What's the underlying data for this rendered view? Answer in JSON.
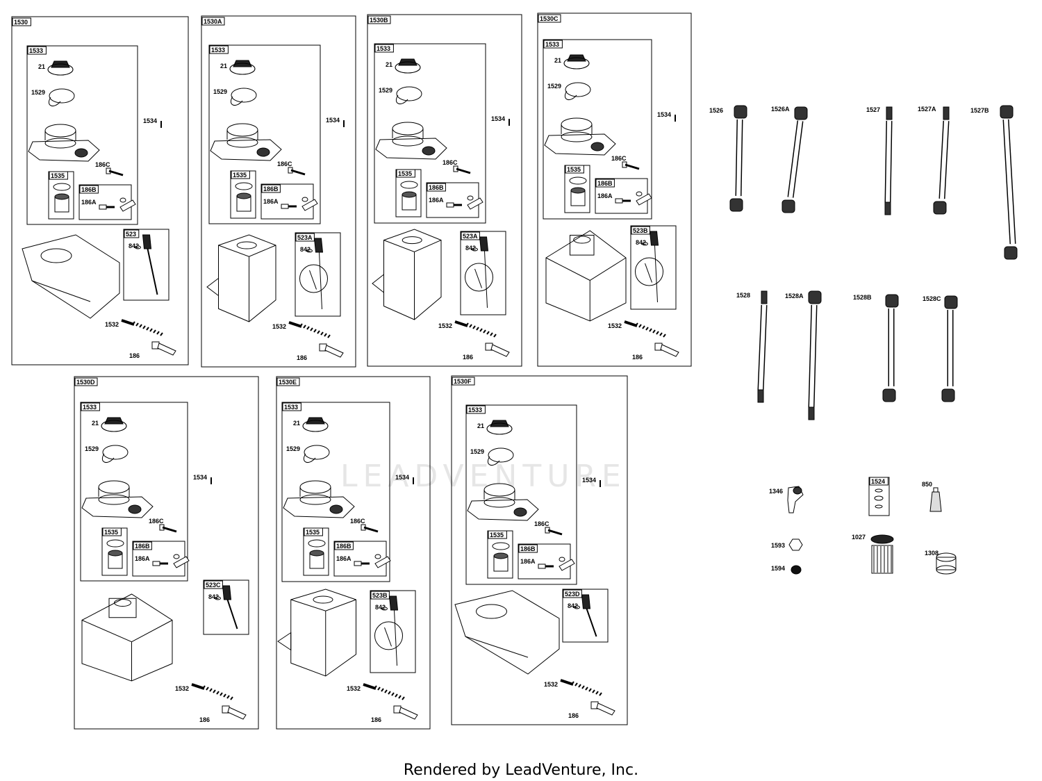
{
  "watermark": "LEADVENTURE",
  "footer": "Rendered by LeadVenture, Inc.",
  "assemblies": [
    {
      "id": "1530",
      "kit": "1533",
      "cap": "21",
      "gasket": "1529",
      "screw": "1534",
      "bolt": "186C",
      "strainer": "1535",
      "fittingKit": "186B",
      "fitting": "186A",
      "gauge": "523",
      "gaugeSeal": "842",
      "hose": "1532",
      "outlet": "186"
    },
    {
      "id": "1530A",
      "kit": "1533",
      "cap": "21",
      "gasket": "1529",
      "screw": "1534",
      "bolt": "186C",
      "strainer": "1535",
      "fittingKit": "186B",
      "fitting": "186A",
      "gauge": "523A",
      "gaugeSeal": "842",
      "hose": "1532",
      "outlet": "186"
    },
    {
      "id": "1530B",
      "kit": "1533",
      "cap": "21",
      "gasket": "1529",
      "screw": "1534",
      "bolt": "186C",
      "strainer": "1535",
      "fittingKit": "186B",
      "fitting": "186A",
      "gauge": "523A",
      "gaugeSeal": "842",
      "hose": "1532",
      "outlet": "186"
    },
    {
      "id": "1530C",
      "kit": "1533",
      "cap": "21",
      "gasket": "1529",
      "screw": "1534",
      "bolt": "186C",
      "strainer": "1535",
      "fittingKit": "186B",
      "fitting": "186A",
      "gauge": "523B",
      "gaugeSeal": "842",
      "hose": "1532",
      "outlet": "186"
    },
    {
      "id": "1530D",
      "kit": "1533",
      "cap": "21",
      "gasket": "1529",
      "screw": "1534",
      "bolt": "186C",
      "strainer": "1535",
      "fittingKit": "186B",
      "fitting": "186A",
      "gauge": "523C",
      "gaugeSeal": "842",
      "hose": "1532",
      "outlet": "186"
    },
    {
      "id": "1530E",
      "kit": "1533",
      "cap": "21",
      "gasket": "1529",
      "screw": "1534",
      "bolt": "186C",
      "strainer": "1535",
      "fittingKit": "186B",
      "fitting": "186A",
      "gauge": "523B",
      "gaugeSeal": "842",
      "hose": "1532",
      "outlet": "186"
    },
    {
      "id": "1530F",
      "kit": "1533",
      "cap": "21",
      "gasket": "1529",
      "screw": "1534",
      "bolt": "186C",
      "strainer": "1535",
      "fittingKit": "186B",
      "fitting": "186A",
      "gauge": "523D",
      "gaugeSeal": "842",
      "hose": "1532",
      "outlet": "186"
    }
  ],
  "fuelLines": [
    "1526",
    "1526A",
    "1527",
    "1527A",
    "1527B",
    "1528",
    "1528A",
    "1528B",
    "1528C"
  ],
  "misc": {
    "elbow": "1346",
    "sealKit": "1524",
    "sealant": "850",
    "nut": "1593",
    "cap": "1594",
    "filter": "1027",
    "spacer": "1308"
  }
}
